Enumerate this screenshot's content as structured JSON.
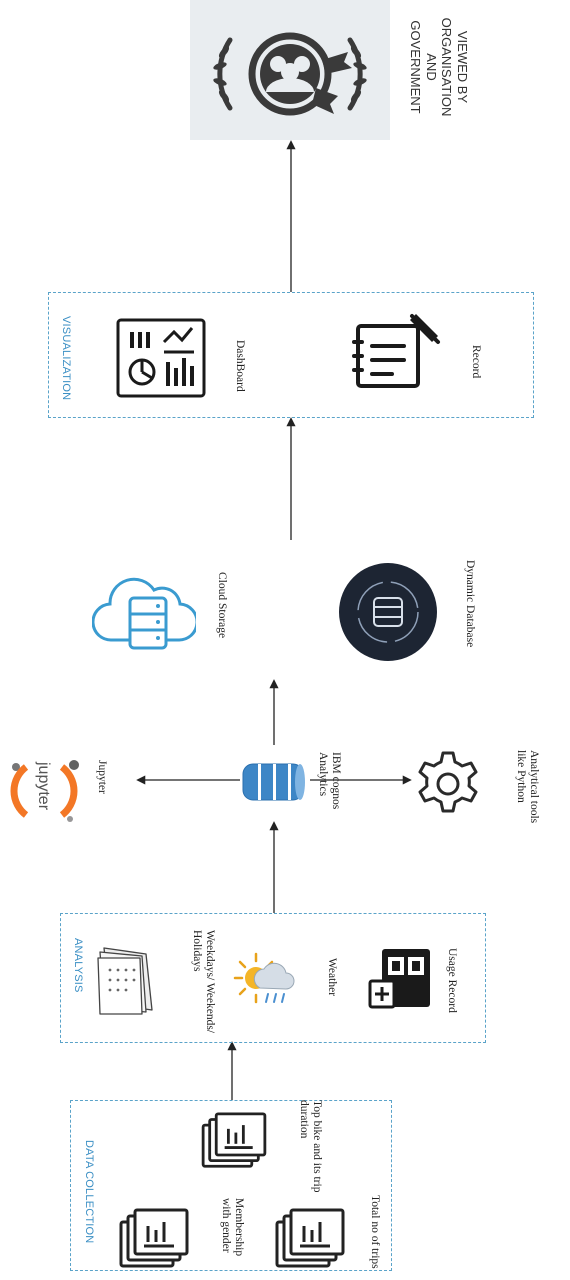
{
  "sections": {
    "data_collection": {
      "title": "DATA COLLECTION",
      "items": [
        "Membership with gender",
        "Top bike and its trip duration",
        "Total no of trips"
      ]
    },
    "analysis": {
      "title": "ANALYSIS",
      "items": [
        "Weekdays/ Weekends/ Holidays",
        "Weather",
        "Usage Record"
      ]
    },
    "hub": {
      "label": "IBM cognos Analytics",
      "jupyter_label": "Jupyter",
      "jupyter_logo_text": "jupyter",
      "tools_label": "Analytical tools like Python"
    },
    "storage": {
      "cloud_label": "Cloud Storage",
      "db_label": "Dynamic Database"
    },
    "visualization": {
      "title": "VISUALIZATION",
      "items": [
        "DashBoard",
        "Record"
      ]
    },
    "output": {
      "viewed_label": "VIEWED BY ORGANISATION AND GOVERNMENT"
    }
  },
  "colors": {
    "box_border": "#5aa3c9",
    "title_text": "#3b8fc4",
    "cloud_icon": "#3a9bd0",
    "db_dark_bg": "#1d2533",
    "jupyter_orange": "#f37726"
  }
}
